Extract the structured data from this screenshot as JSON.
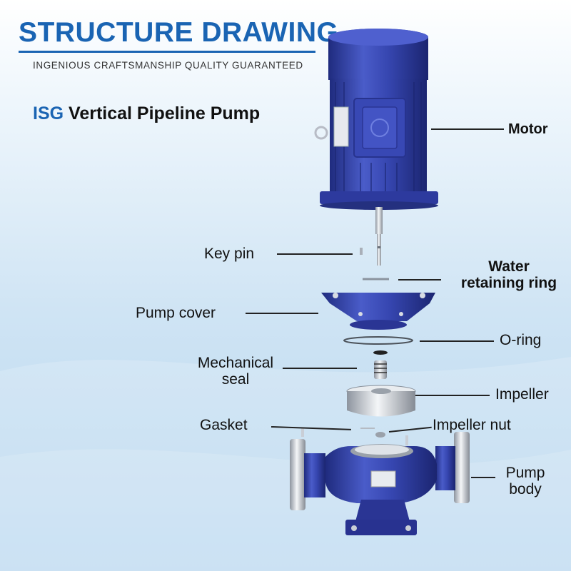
{
  "header": {
    "title": "STRUCTURE DRAWING",
    "subtitle": "INGENIOUS CRAFTSMANSHIP QUALITY GUARANTEED"
  },
  "product": {
    "brand": "ISG",
    "name": "Vertical Pipeline Pump"
  },
  "labels": {
    "motor": "Motor",
    "key_pin": "Key pin",
    "water_ring_line1": "Water",
    "water_ring_line2": "retaining ring",
    "pump_cover": "Pump cover",
    "o_ring": "O-ring",
    "mech_seal_line1": "Mechanical",
    "mech_seal_line2": "seal",
    "impeller": "Impeller",
    "gasket": "Gasket",
    "impeller_nut": "Impeller nut",
    "pump_body_line1": "Pump",
    "pump_body_line2": "body"
  },
  "colors": {
    "brand_blue": "#1a64b3",
    "pump_blue": "#2f3fa6",
    "steel": "#c9ced6"
  }
}
